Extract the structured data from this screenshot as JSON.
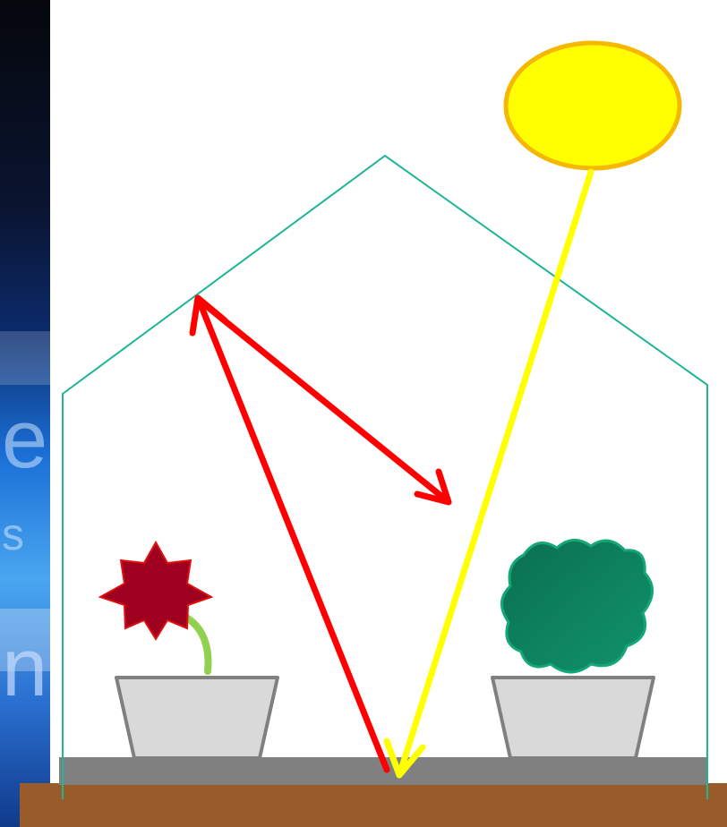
{
  "side_panel": {
    "glyphs": [
      "e",
      "s",
      "n"
    ]
  },
  "colors": {
    "greenhouse_outline": "#1fb597",
    "sunlight_arrow": "#ffff00",
    "heat_arrow": "#ff0000",
    "sun_fill": "#ffff00",
    "sun_stroke": "#f5b700",
    "pot_fill": "#d9d9d9",
    "pot_stroke": "#808080",
    "bench": "#808080",
    "ground": "#9a5b2a",
    "flower": "#a0001f",
    "stem": "#92d050",
    "bush": "#0d8a64"
  },
  "icons": [
    "sun-icon",
    "flower-plant-icon",
    "bush-plant-icon",
    "pot-icon"
  ]
}
